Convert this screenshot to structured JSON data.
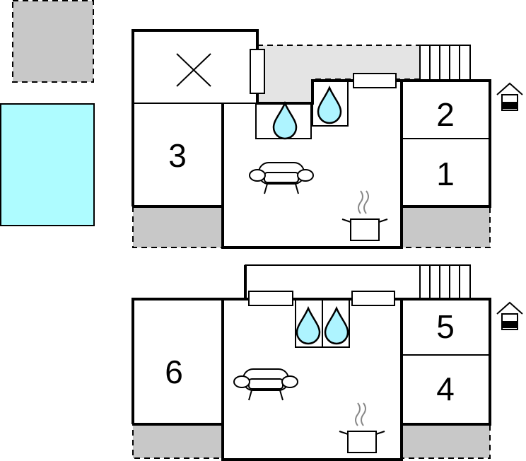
{
  "colors": {
    "pool": "#aefcff",
    "terrace": "#c8c8c8",
    "water": "#aef4ff"
  },
  "floors": [
    {
      "rooms": [
        {
          "id": "room-3",
          "label": "3"
        },
        {
          "id": "room-2",
          "label": "2"
        },
        {
          "id": "room-1",
          "label": "1"
        }
      ]
    },
    {
      "rooms": [
        {
          "id": "room-6",
          "label": "6"
        },
        {
          "id": "room-5",
          "label": "5"
        },
        {
          "id": "room-4",
          "label": "4"
        }
      ]
    }
  ],
  "icons": [
    "pool",
    "terrace",
    "bathroom-drop-icon",
    "sofa-icon",
    "cooking-pot-icon",
    "stairs-icon",
    "house-floor-icon"
  ]
}
